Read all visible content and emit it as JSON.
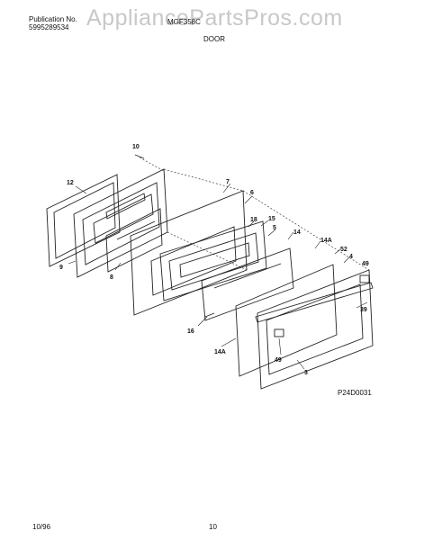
{
  "header": {
    "publication_label": "Publication No.",
    "publication_number": "5995289534",
    "model": "MGF358C",
    "section_title": "DOOR",
    "watermark": "AppliancePartsPros.com"
  },
  "diagram": {
    "drawing_code": "P24D0031",
    "part_labels": [
      "10",
      "12",
      "7",
      "6",
      "9",
      "8",
      "18",
      "15",
      "5",
      "14",
      "14A",
      "52",
      "4",
      "49",
      "16",
      "39",
      "14A",
      "49",
      "3"
    ]
  },
  "footer": {
    "date": "10/96",
    "page_number": "10"
  }
}
